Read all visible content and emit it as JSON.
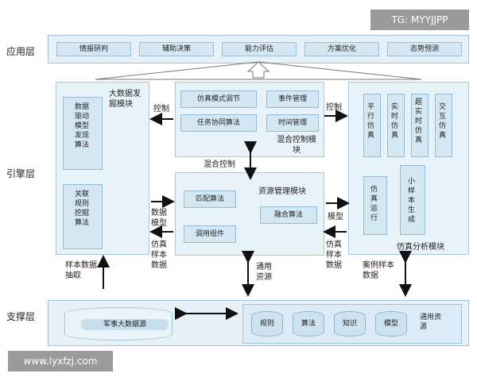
{
  "watermark_top": "TG: MYYJJPP",
  "watermark_bottom": "www.lyxfzj.com",
  "layers": {
    "app": "应用层",
    "engine": "引擎层",
    "support": "支撑层"
  },
  "app_items": [
    "情报研判",
    "辅助决策",
    "能力评估",
    "方案优化",
    "态势预测"
  ],
  "big_data": {
    "title": "大数据发掘模块",
    "item1": "数据驱动模型发现算法",
    "item2": "关联规则挖掘算法"
  },
  "hybrid": {
    "title": "混合控制模块",
    "items": [
      "仿真模式调节",
      "事件管理",
      "任务协同算法",
      "时间管理"
    ]
  },
  "resource": {
    "title": "资源管理模块",
    "items": [
      "匹配算法",
      "融合算法",
      "调用组件"
    ]
  },
  "analysis": {
    "title": "仿真分析模块",
    "items": [
      "平行仿真",
      "实时仿真",
      "超实时仿真",
      "交互仿真"
    ],
    "item5": "仿真运行",
    "item6": "小样本生成"
  },
  "arrow_labels": {
    "control_left": "控制",
    "control_right": "控制",
    "hybrid_control": "混合控制",
    "data_model": "数据模型",
    "sim_sample_left": "仿真样本数据",
    "model": "模型",
    "sim_sample_right": "仿真样本数据",
    "sample_extract": "样本数据抽取",
    "common_resource": "通用资源",
    "case_sample": "案例样本数据"
  },
  "support": {
    "db": "军事大数据源",
    "items": [
      "规则",
      "算法",
      "知识",
      "模型"
    ],
    "common": "通用资源"
  }
}
